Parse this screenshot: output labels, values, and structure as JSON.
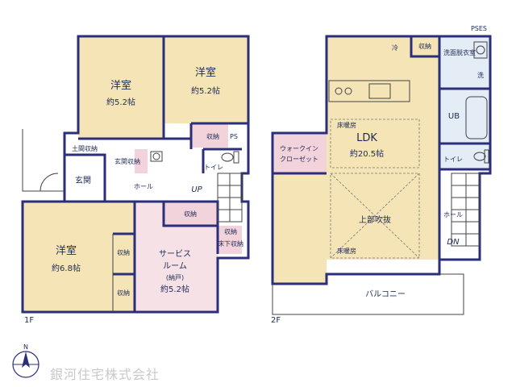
{
  "labels": {
    "pses": "PSES",
    "floor1": "1F",
    "floor2": "2F",
    "room_nw": "洋室",
    "room_nw_area": "約5.2帖",
    "room_n": "洋室",
    "room_n_area": "約5.2帖",
    "storage_n": "収納",
    "ps": "PS",
    "toilet1": "トイレ",
    "genkan_storage_top": "土間収納",
    "genkan_storage_side": "玄関収納",
    "genkan": "玄関",
    "hall1": "ホール",
    "up": "UP",
    "storage_mid": "収納",
    "room_sw": "洋室",
    "room_sw_area": "約6.8帖",
    "storage_sw_a": "収納",
    "storage_sw_b": "収納",
    "service_title1": "サービス",
    "service_title2": "ルーム",
    "service_sub": "(納戸)",
    "service_area": "約5.2帖",
    "storage_service": "収納",
    "underfloor_storage": "床下収納",
    "fridge": "冷",
    "storage_2f": "収納",
    "washroom": "洗面脱衣室",
    "wash": "洗",
    "ub": "UB",
    "floor_heat_1": "床暖房",
    "ldk": "LDK",
    "ldk_area": "約20.5帖",
    "walkin": "ウォークイン",
    "closet": "クローゼット",
    "toilet2": "トイレ",
    "open_above": "上部吹抜",
    "hall2": "ホール",
    "dn": "DN",
    "floor_heat_2": "床暖房",
    "balcony": "バルコニー",
    "north": "N"
  },
  "company": "銀河住宅株式会社",
  "colors": {
    "room": "#f4e4b6",
    "service": "#f6e2e6",
    "pink_closet": "#f2d3dc",
    "water": "#e4edf5",
    "wall": "#2b2e7a",
    "text": "#1d2a55"
  },
  "icons": [
    "north-arrow-icon",
    "stairs-icon",
    "bathtub-icon",
    "sink-icon",
    "toilet-icon",
    "kitchen-counter-icon"
  ]
}
